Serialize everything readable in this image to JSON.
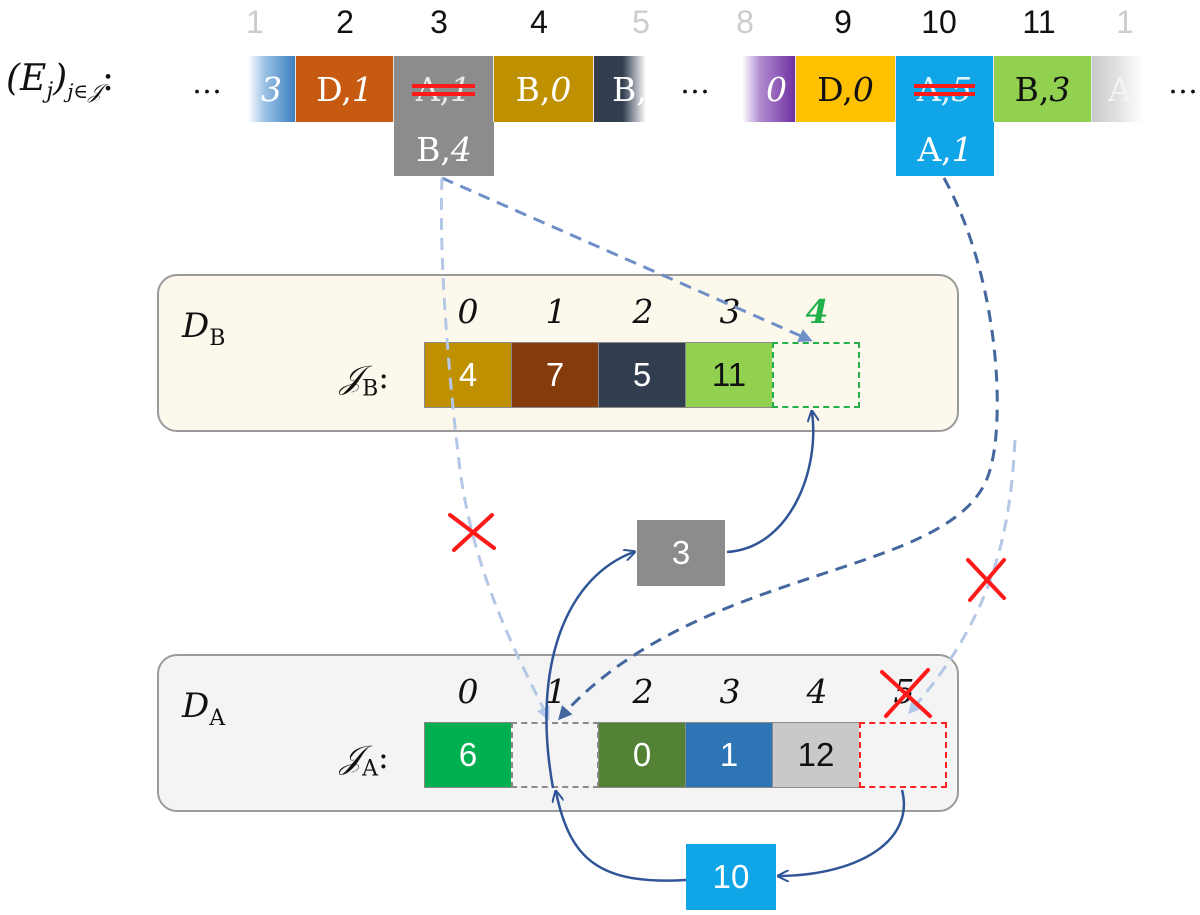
{
  "sequence": {
    "label_base": "(E",
    "label_sub": "j",
    "label_paren_close": ")",
    "label_index": "j∈𝒥",
    "label_colon": ":",
    "ellipsis": "…",
    "indices": [
      "1",
      "2",
      "3",
      "4",
      "5",
      "8",
      "9",
      "10",
      "11",
      "1"
    ],
    "cells": [
      {
        "letter": "",
        "value": "3",
        "color": "#3d7fc1"
      },
      {
        "letter": "D,",
        "value": "1",
        "color": "#c65a10"
      },
      {
        "letter": "A,",
        "value": "1",
        "color": "#8c8c8c",
        "struck": true
      },
      {
        "letter": "B,",
        "value": "0",
        "color": "#bf9000"
      },
      {
        "letter": "B,",
        "value": "",
        "color": "#323e4f"
      },
      {
        "letter": "",
        "value": "0",
        "color": "#7030a0"
      },
      {
        "letter": "D,",
        "value": "0",
        "color": "#ffc000",
        "dark": true
      },
      {
        "letter": "A,",
        "value": "5",
        "color": "#10a5e6",
        "struck": true
      },
      {
        "letter": "B,",
        "value": "3",
        "color": "#92d050",
        "dark": true
      },
      {
        "letter": "A",
        "value": "",
        "color": "#c8c8c8"
      }
    ],
    "replacement_3": {
      "letter": "B,",
      "value": "4",
      "color": "#8c8c8c"
    },
    "replacement_10": {
      "letter": "A,",
      "value": "1",
      "color": "#10a5e6"
    }
  },
  "db": {
    "title": "D",
    "title_sub": "B",
    "list_label": "𝒥",
    "list_sub": "B",
    "list_colon": ":",
    "slot_indices": [
      "0",
      "1",
      "2",
      "3",
      "4"
    ],
    "slots": [
      {
        "value": "4",
        "color": "#bf9000"
      },
      {
        "value": "7",
        "color": "#843c0c"
      },
      {
        "value": "5",
        "color": "#323e4f"
      },
      {
        "value": "11",
        "color": "#92d050",
        "dark": true
      },
      {
        "value": "",
        "color": "#fdf8ec",
        "dashed": "#22b04b"
      }
    ],
    "new_index_color": "#22b04b"
  },
  "da": {
    "title": "D",
    "title_sub": "A",
    "list_label": "𝒥",
    "list_sub": "A",
    "list_colon": ":",
    "slot_indices": [
      "0",
      "1",
      "2",
      "3",
      "4",
      "5"
    ],
    "slots": [
      {
        "value": "6",
        "color": "#00b050"
      },
      {
        "value": "",
        "color": "#f4f4f4",
        "dashed": "#8a8a8a"
      },
      {
        "value": "0",
        "color": "#548235"
      },
      {
        "value": "1",
        "color": "#2e75b6"
      },
      {
        "value": "12",
        "color": "#c9c9c9",
        "dark": true
      },
      {
        "value": "",
        "color": "#f4f4f4",
        "dashed": "#ff2020"
      }
    ]
  },
  "moved_3": {
    "value": "3",
    "color": "#8c8c8c"
  },
  "moved_10": {
    "value": "10",
    "color": "#10a5e6"
  },
  "colors": {
    "arrow_solid": "#2f5597",
    "arrow_dashed_light": "#b4c7e7",
    "arrow_dashed_mid": "#6f8fc8",
    "arrow_dashed_dark": "#44679e",
    "cross": "#ff1a1a",
    "db_fill": "#fdf8ec",
    "da_fill": "#f4f4f4"
  }
}
